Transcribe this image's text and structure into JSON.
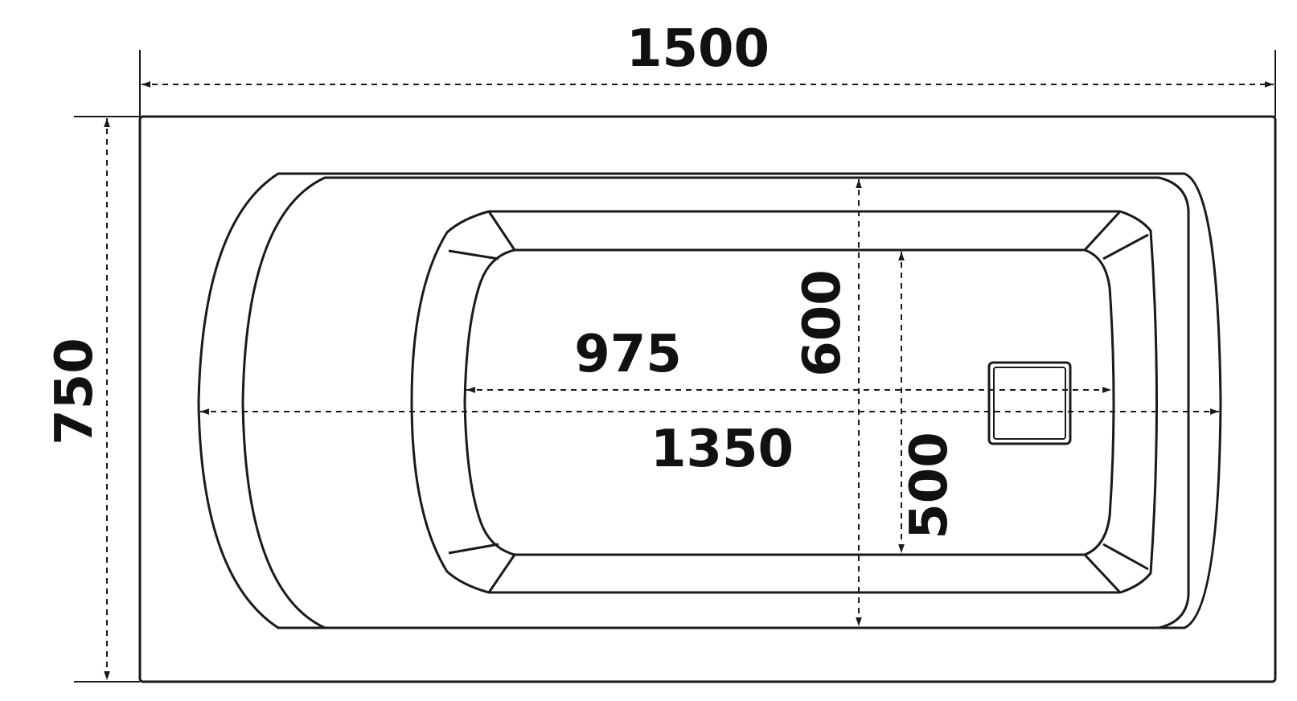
{
  "dimensions": {
    "overall_length": "1500",
    "overall_width": "750",
    "inner_length": "1350",
    "bottom_length": "975",
    "inner_width": "600",
    "bottom_width": "500"
  },
  "colors": {
    "line": "#1a1a1a",
    "text": "#111111",
    "background": "#ffffff"
  }
}
